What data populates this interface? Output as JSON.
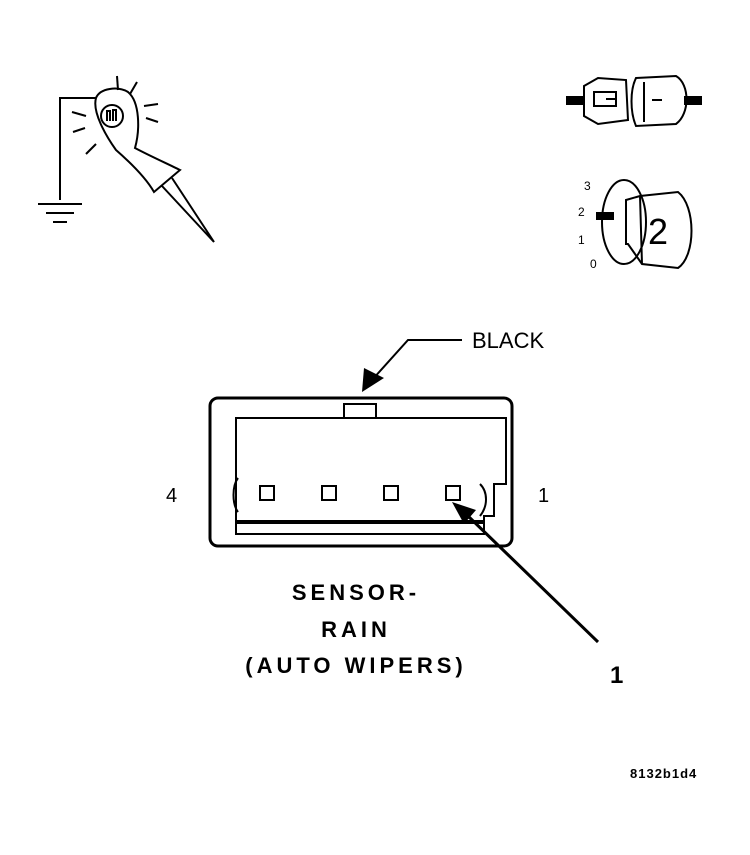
{
  "icons": {
    "probe": "test-probe-ground-icon",
    "connector": "connector-icon",
    "ignition": "ignition-switch-icon"
  },
  "ignition": {
    "positions": [
      "3",
      "2",
      "1",
      "0"
    ],
    "key_label": "2"
  },
  "connector": {
    "color_label": "BLACK",
    "pin_left": "4",
    "pin_right": "1",
    "cavity_count": 4
  },
  "title_lines": [
    "SENSOR-",
    "RAIN",
    "(AUTO WIPERS)"
  ],
  "callout": "1",
  "figure_code": "8132b1d4"
}
